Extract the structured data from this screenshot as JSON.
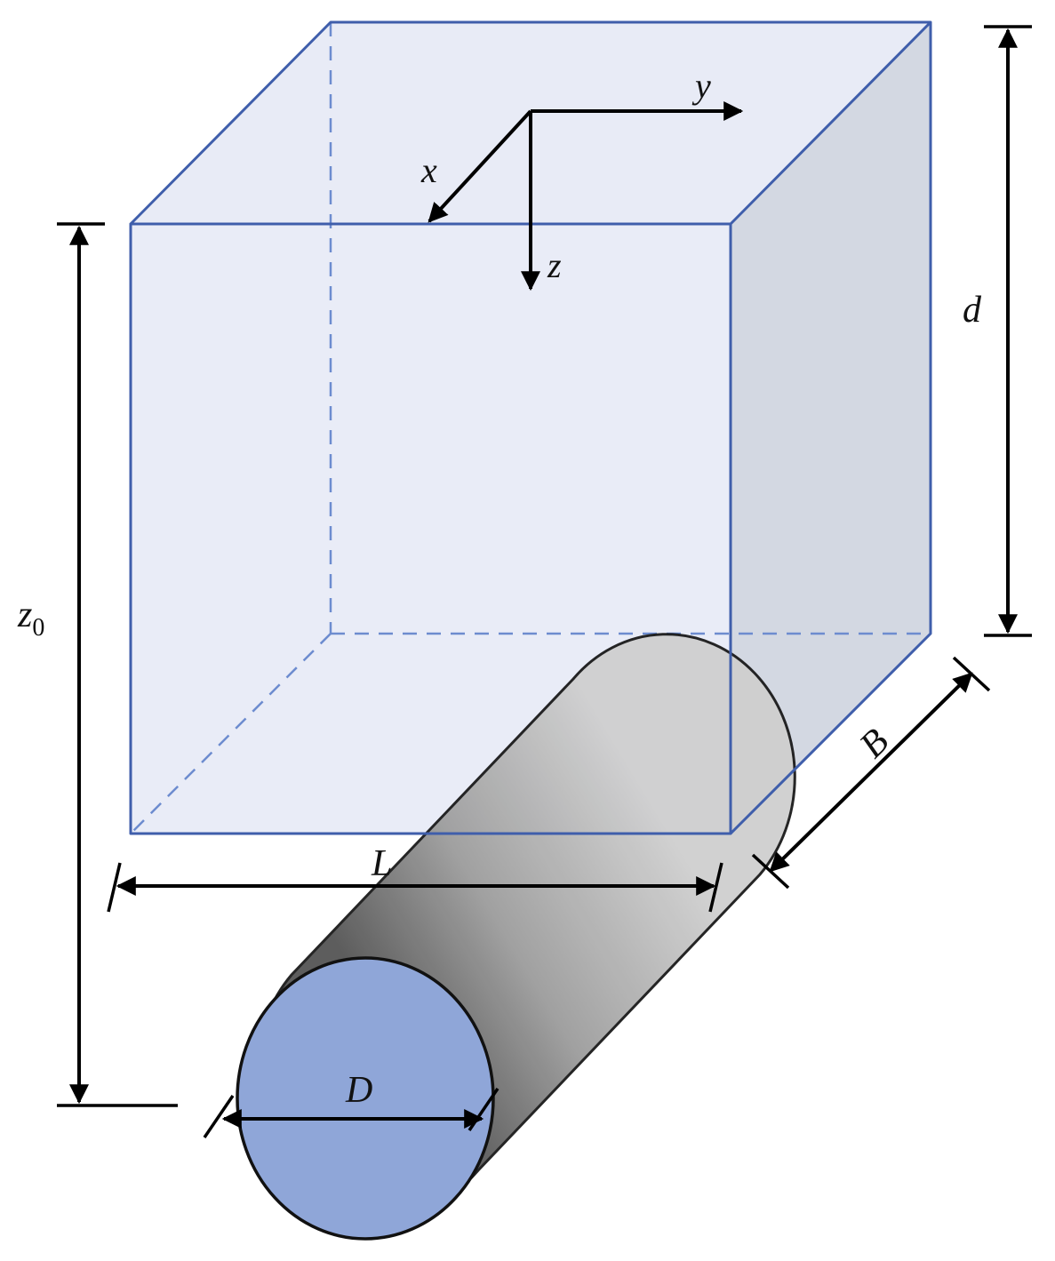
{
  "labels": {
    "axis_x": "x",
    "axis_y": "y",
    "axis_z": "z",
    "depth": "d",
    "length": "L",
    "width": "B",
    "diameter": "D",
    "burial_depth": "z",
    "burial_depth_sub": "0"
  },
  "colors": {
    "box_edge": "#3f5eab",
    "box_front_fill": "#e9ecf7",
    "box_side_fill": "#d3d8e2",
    "cylinder_body": "#9d9d9d",
    "cylinder_end": "#8fa6d8",
    "arrow": "#000000"
  }
}
